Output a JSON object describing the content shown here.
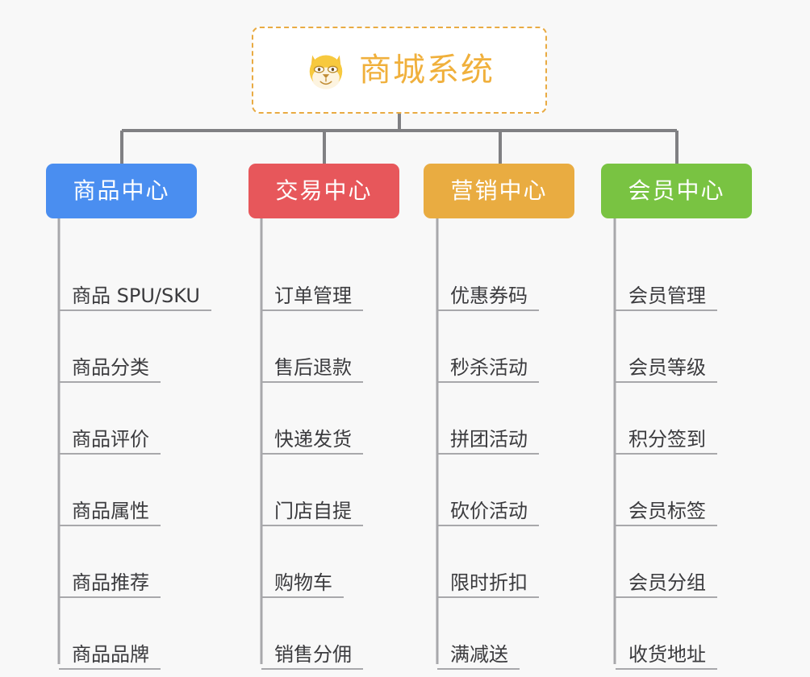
{
  "background_color": "#f8f8f8",
  "root": {
    "title": "商城系统",
    "icon": "shiba-dog-face-emoji",
    "text_color": "#f0b03c",
    "border_color": "#e9ab43",
    "fill_color": "#ffffff"
  },
  "connector_color": "#808083",
  "leaf_line_color": "#a8a8ab",
  "leaf_text_color": "#3b3b3e",
  "branches": [
    {
      "label": "商品中心",
      "color": "#4a8ef0",
      "leaves": [
        "商品 SPU/SKU",
        "商品分类",
        "商品评价",
        "商品属性",
        "商品推荐",
        "商品品牌"
      ]
    },
    {
      "label": "交易中心",
      "color": "#e7575b",
      "leaves": [
        "订单管理",
        "售后退款",
        "快递发货",
        "门店自提",
        "购物车",
        "销售分佣"
      ]
    },
    {
      "label": "营销中心",
      "color": "#e9ac41",
      "leaves": [
        "优惠券码",
        "秒杀活动",
        "拼团活动",
        "砍价活动",
        "限时折扣",
        "满减送"
      ]
    },
    {
      "label": "会员中心",
      "color": "#79c342",
      "leaves": [
        "会员管理",
        "会员等级",
        "积分签到",
        "会员标签",
        "会员分组",
        "收货地址"
      ]
    }
  ]
}
